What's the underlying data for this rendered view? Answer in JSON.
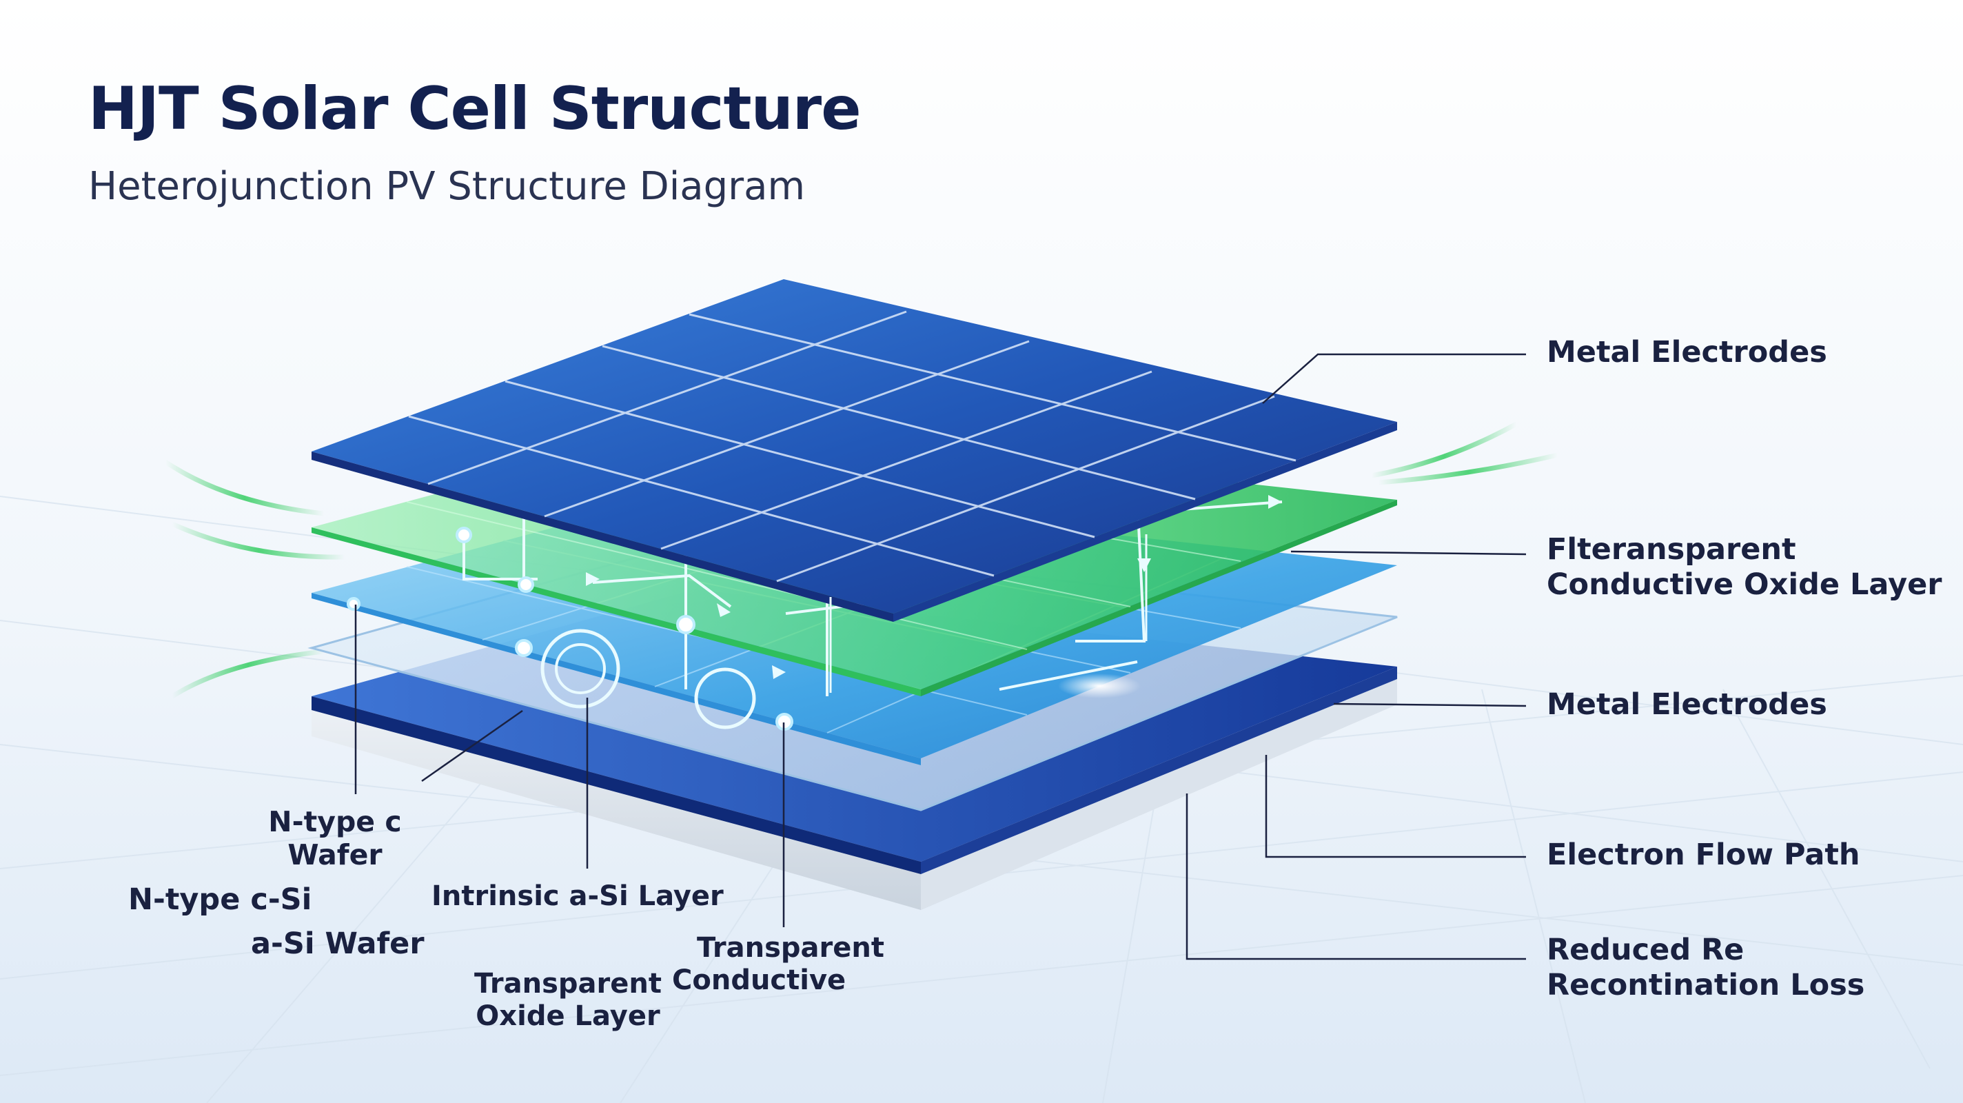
{
  "header": {
    "title": "HJT Solar Cell Structure",
    "subtitle": "Heterojunction PV Structure Diagram"
  },
  "labels_right": {
    "metal_electrodes_top": "Metal Electrodes",
    "tco_line1": "Flteransparent",
    "tco_line2": "Conductive Oxide Layer",
    "metal_electrodes_bottom": "Metal Electrodes",
    "electron_flow": "Electron Flow Path",
    "recomb_line1": "Reduced Re",
    "recomb_line2": "Recontination Loss"
  },
  "labels_left": {
    "ntype_c_line1": "N-type c",
    "ntype_c_line2": "Wafer",
    "ntype_csi": "N-type c-Si",
    "asi_wafer": "a-Si Wafer",
    "intrinsic": "Intrinsic a-Si Layer",
    "transparent_oxide_line1": "Transparent",
    "transparent_oxide_line2": "Oxide Layer",
    "transparent_conductive_line1": "Transparent",
    "transparent_conductive_line2": "Conductive"
  },
  "colors": {
    "title": "#13214f",
    "panel_top": "#2f6fd0",
    "panel_bottom": "#1a3a90",
    "green_layer": "#3ecf6a",
    "blue_layer": "#3aa8e8",
    "leader_lines": "#1a2140"
  }
}
